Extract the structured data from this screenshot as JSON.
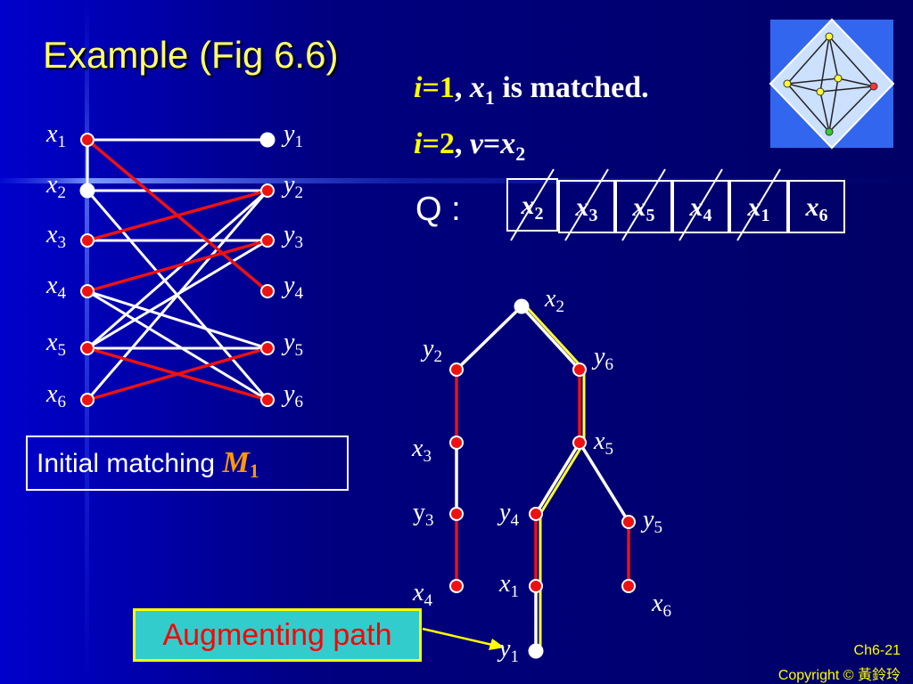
{
  "slide": {
    "title": "Example (Fig 6.6)",
    "page_number": "Ch6-21",
    "copyright": "Copyright © 黃鈴玲"
  },
  "colors": {
    "background": "#000066",
    "matching_edge": "#ee1111",
    "normal_edge": "#ffffff",
    "path_highlight": "#ffff33",
    "title": "#ffff66"
  },
  "bipartite": {
    "left_vertices": [
      {
        "base": "x",
        "sub": "1"
      },
      {
        "base": "x",
        "sub": "2"
      },
      {
        "base": "x",
        "sub": "3"
      },
      {
        "base": "x",
        "sub": "4"
      },
      {
        "base": "x",
        "sub": "5"
      },
      {
        "base": "x",
        "sub": "6"
      }
    ],
    "right_vertices": [
      {
        "base": "y",
        "sub": "1"
      },
      {
        "base": "y",
        "sub": "2"
      },
      {
        "base": "y",
        "sub": "3"
      },
      {
        "base": "y",
        "sub": "4"
      },
      {
        "base": "y",
        "sub": "5"
      },
      {
        "base": "y",
        "sub": "6"
      }
    ],
    "white_edges": [
      [
        "x1",
        "y1"
      ],
      [
        "x2",
        "y2"
      ],
      [
        "x2",
        "y6"
      ],
      [
        "x3",
        "y3"
      ],
      [
        "x4",
        "y5"
      ],
      [
        "x4",
        "y6"
      ],
      [
        "x5",
        "y2"
      ],
      [
        "x5",
        "y3"
      ],
      [
        "x5",
        "y5"
      ],
      [
        "x6",
        "y2"
      ]
    ],
    "matching_edges": [
      [
        "x1",
        "y4"
      ],
      [
        "x3",
        "y2"
      ],
      [
        "x4",
        "y3"
      ],
      [
        "x5",
        "y6"
      ],
      [
        "x6",
        "y5"
      ]
    ],
    "unmatched_vertices": [
      "x2",
      "y1"
    ]
  },
  "info": {
    "line1": {
      "i_label": "i",
      "eq": "=1",
      "var": "x",
      "sub": "1",
      "text": " is matched."
    },
    "line2": {
      "i_label": "i",
      "eq": "=2",
      "v": "v",
      "eq2": "=",
      "var": "x",
      "sub": "2"
    }
  },
  "queue": {
    "label": "Q :",
    "items": [
      {
        "base": "x",
        "sub": "2",
        "crossed": true
      },
      {
        "base": "x",
        "sub": "3",
        "crossed": true
      },
      {
        "base": "x",
        "sub": "5",
        "crossed": true
      },
      {
        "base": "x",
        "sub": "4",
        "crossed": true
      },
      {
        "base": "x",
        "sub": "1",
        "crossed": true
      },
      {
        "base": "x",
        "sub": "6",
        "crossed": false
      }
    ]
  },
  "tree": {
    "nodes": [
      {
        "id": "x2",
        "base": "x",
        "sub": "2",
        "upright": false
      },
      {
        "id": "y2",
        "base": "y",
        "sub": "2",
        "upright": false
      },
      {
        "id": "y6",
        "base": "y",
        "sub": "6",
        "upright": false
      },
      {
        "id": "x3",
        "base": "x",
        "sub": "3",
        "upright": false
      },
      {
        "id": "x5",
        "base": "x",
        "sub": "5",
        "upright": false
      },
      {
        "id": "y3",
        "base": "y",
        "sub": "3",
        "upright": true
      },
      {
        "id": "y4",
        "base": "y",
        "sub": "4",
        "upright": false
      },
      {
        "id": "y5",
        "base": "y",
        "sub": "5",
        "upright": false
      },
      {
        "id": "x4",
        "base": "x",
        "sub": "4",
        "upright": false
      },
      {
        "id": "x1",
        "base": "x",
        "sub": "1",
        "upright": false
      },
      {
        "id": "x6",
        "base": "x",
        "sub": "6",
        "upright": false
      },
      {
        "id": "y1",
        "base": "y",
        "sub": "1",
        "upright": false
      }
    ],
    "white_edges": [
      [
        "x2",
        "y2"
      ],
      [
        "x2",
        "y6"
      ],
      [
        "x3",
        "y3"
      ],
      [
        "x5",
        "y4"
      ],
      [
        "x5",
        "y5"
      ],
      [
        "x1",
        "y1"
      ]
    ],
    "matching_edges": [
      [
        "y2",
        "x3"
      ],
      [
        "y6",
        "x5"
      ],
      [
        "y3",
        "x4"
      ],
      [
        "y4",
        "x1"
      ],
      [
        "y5",
        "x6"
      ]
    ],
    "augmenting_path": [
      "x2",
      "y6",
      "x5",
      "y4",
      "x1",
      "y1"
    ]
  },
  "matching_box": {
    "text": "Initial matching ",
    "m_base": "M",
    "m_sub": "1"
  },
  "augmenting_label": "Augmenting path"
}
